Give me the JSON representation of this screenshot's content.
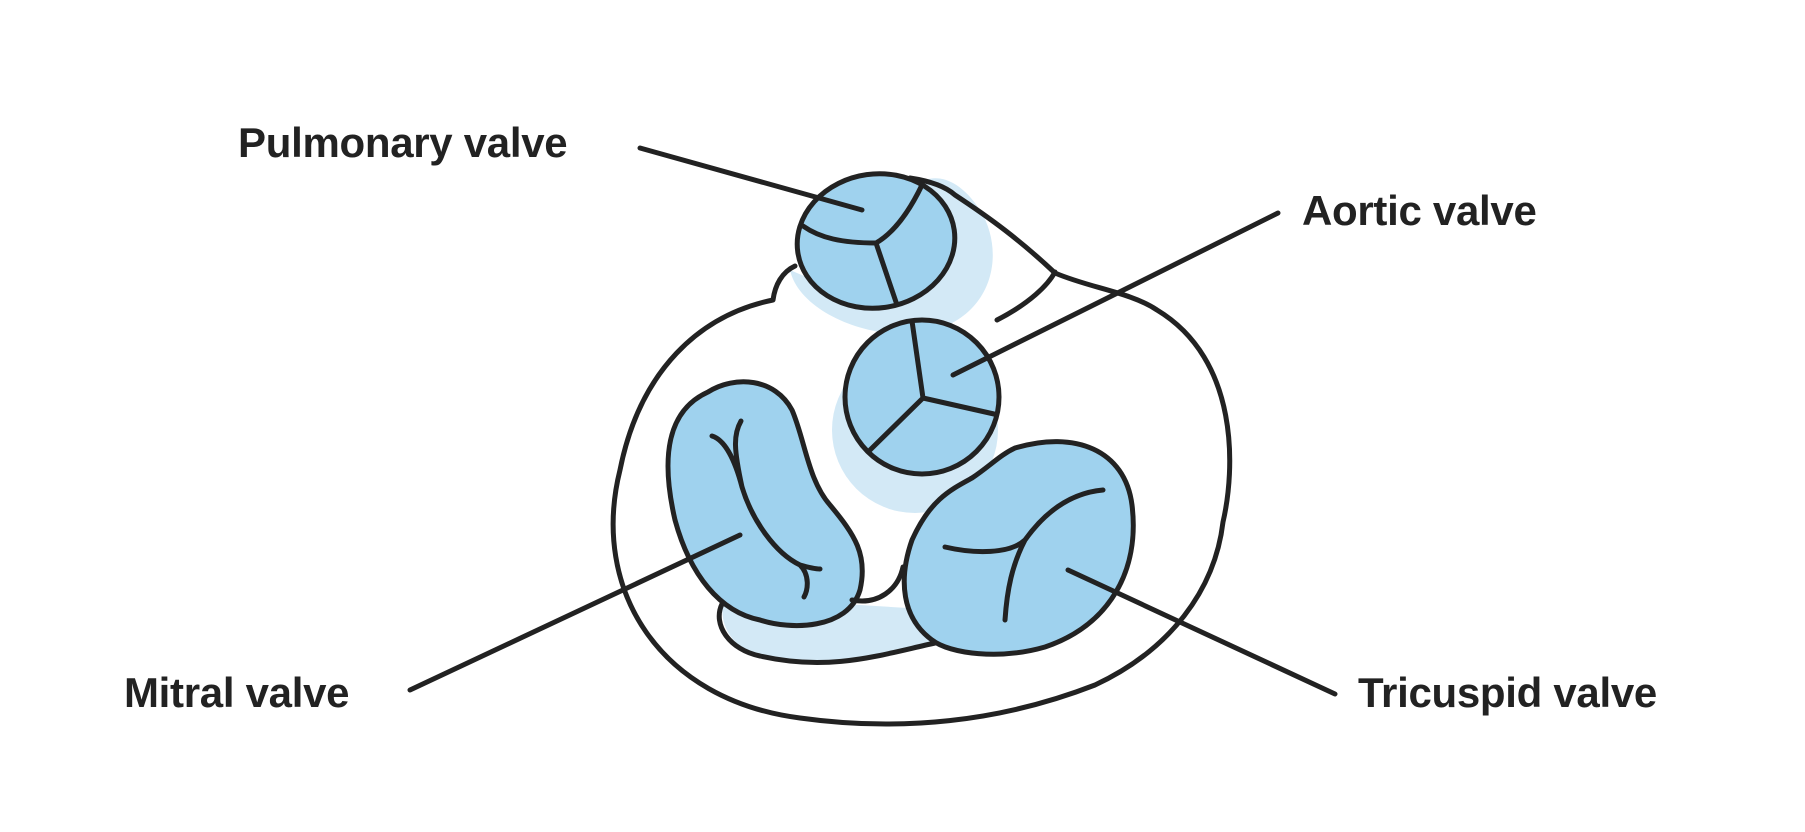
{
  "colors": {
    "stroke": "#222222",
    "valve_fill": "#9fd2ee",
    "shadow_fill": "#d3e9f6",
    "background": "#ffffff"
  },
  "labels": {
    "pulmonary": "Pulmonary valve",
    "aortic": "Aortic valve",
    "mitral": "Mitral valve",
    "tricuspid": "Tricuspid valve"
  }
}
